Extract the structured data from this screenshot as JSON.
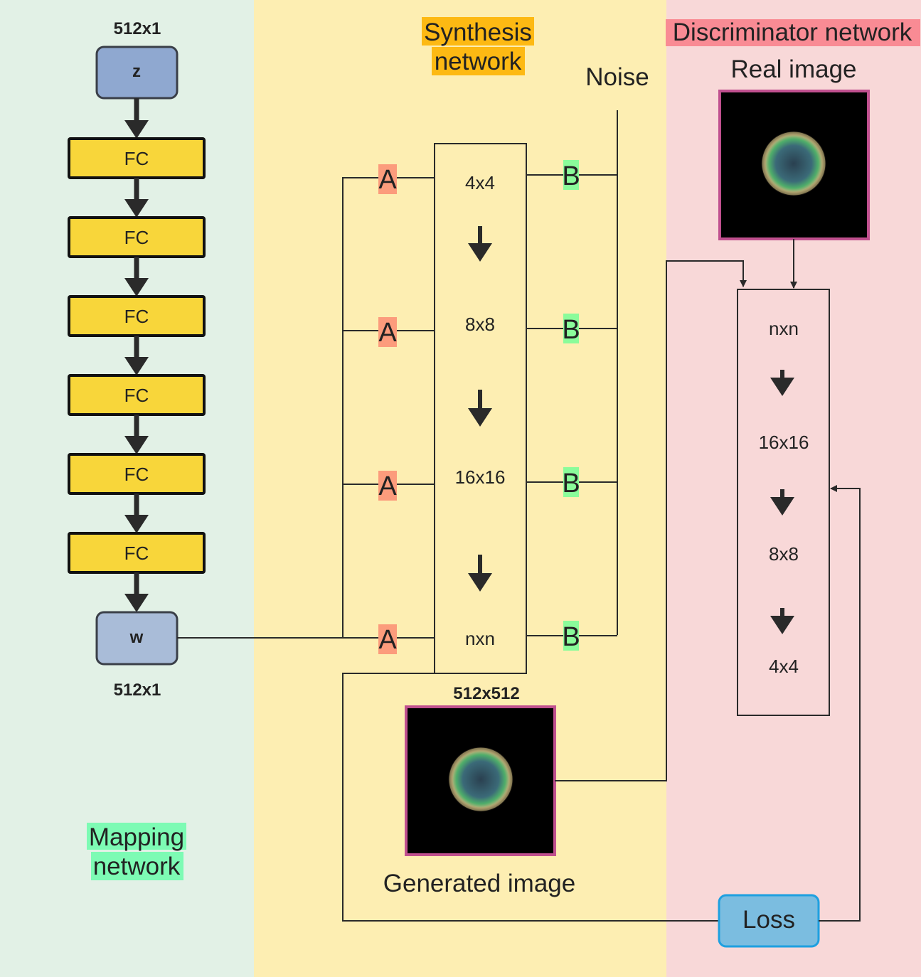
{
  "colors": {
    "mapping_panel": "#e2f1e6",
    "synthesis_panel": "#fdeeb2",
    "discriminator_panel": "#f8d8d8",
    "fc_block": "#f8d63a",
    "latent_z": "#8fa8d0",
    "latent_w": "#a9bcd8",
    "a_label": "#fc9c7c",
    "b_label": "#8afc9a",
    "loss": "#7bbde0",
    "image_border": "#c0508f"
  },
  "mapping": {
    "title_line1": "Mapping",
    "title_line2": "network",
    "z_dim": "512x1",
    "z_label": "z",
    "fc_blocks": [
      "FC",
      "FC",
      "FC",
      "FC",
      "FC",
      "FC"
    ],
    "w_label": "w",
    "w_dim": "512x1"
  },
  "synthesis": {
    "title_line1": "Synthesis",
    "title_line2": "network",
    "noise_label": "Noise",
    "stages": [
      "4x4",
      "8x8",
      "16x16",
      "nxn"
    ],
    "a_labels": [
      "A",
      "A",
      "A",
      "A"
    ],
    "b_labels": [
      "B",
      "B",
      "B",
      "B"
    ],
    "output_dim": "512x512",
    "output_label": "Generated image"
  },
  "discriminator": {
    "title": "Discriminator network",
    "real_label": "Real image",
    "stages": [
      "nxn",
      "16x16",
      "8x8",
      "4x4"
    ],
    "loss_label": "Loss"
  }
}
